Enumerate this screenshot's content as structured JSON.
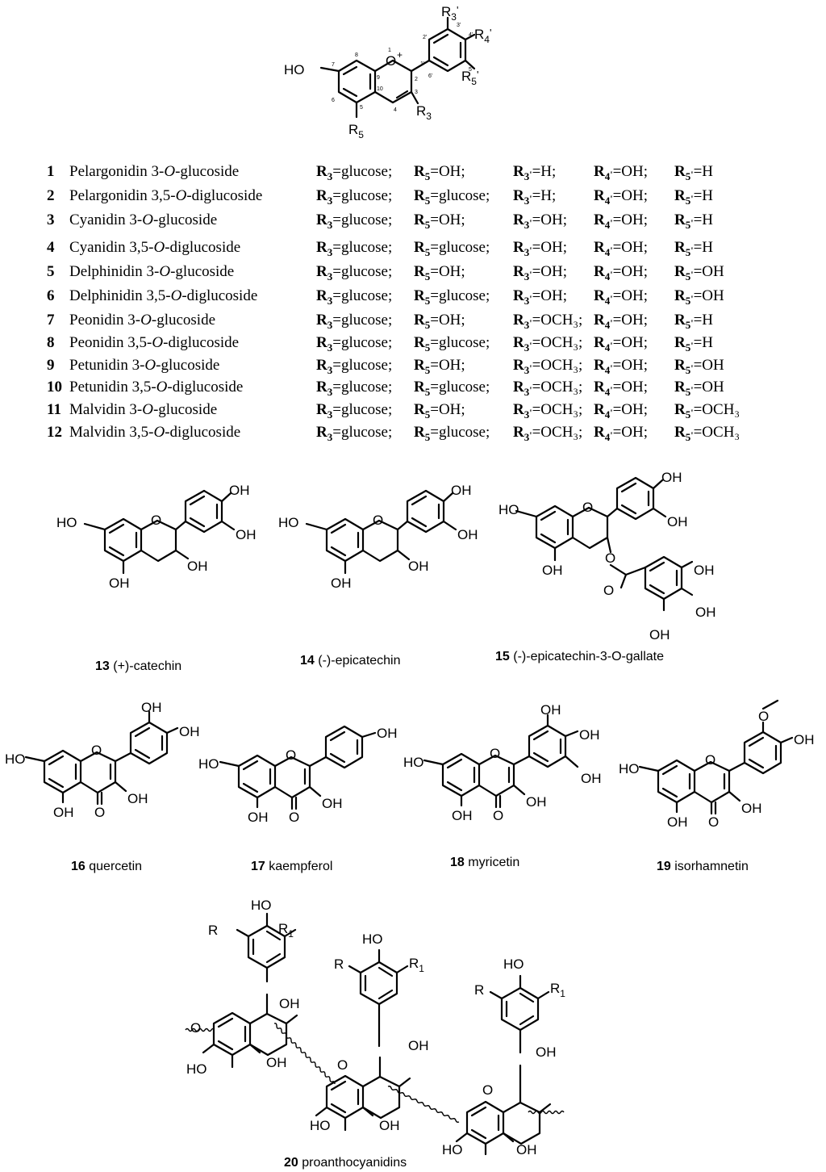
{
  "anthocyanins": {
    "rows": [
      {
        "no": "1",
        "name": "Pelargonidin 3-",
        "o": "O",
        "suffix": "-glucoside",
        "r3": "=glucose;",
        "r5": "=OH;",
        "r3p": "=H;",
        "r4p": "=OH;",
        "r5p": "=H"
      },
      {
        "no": "2",
        "name": "Pelargonidin 3,5-",
        "o": "O",
        "suffix": "-diglucoside",
        "r3": "=glucose;",
        "r5": "=glucose;",
        "r3p": "=H;",
        "r4p": "=OH;",
        "r5p": "=H"
      },
      {
        "no": "3",
        "name": "Cyanidin 3-",
        "o": "O",
        "suffix": "-glucoside",
        "r3": "=glucose;",
        "r5": "=OH;",
        "r3p": "=OH;",
        "r4p": "=OH;",
        "r5p": "=H"
      },
      {
        "no": "4",
        "name": "Cyanidin 3,5-",
        "o": "O",
        "suffix": "-diglucoside",
        "r3": "=glucose;",
        "r5": "=glucose;",
        "r3p": "=OH;",
        "r4p": "=OH;",
        "r5p": "=H"
      },
      {
        "no": "5",
        "name": "Delphinidin 3-",
        "o": "O",
        "suffix": "-glucoside",
        "r3": "=glucose;",
        "r5": "=OH;",
        "r3p": "=OH;",
        "r4p": "=OH;",
        "r5p": "=OH"
      },
      {
        "no": "6",
        "name": "Delphinidin 3,5-",
        "o": "O",
        "suffix": "-diglucoside",
        "r3": "=glucose;",
        "r5": "=glucose;",
        "r3p": "=OH;",
        "r4p": "=OH;",
        "r5p": "=OH"
      },
      {
        "no": "7",
        "name": "Peonidin 3-",
        "o": "O",
        "suffix": "-glucoside",
        "r3": "=glucose;",
        "r5": "=OH;",
        "r3p": "=OCH₃;",
        "r4p": "=OH;",
        "r5p": "=H"
      },
      {
        "no": "8",
        "name": "Peonidin 3,5-",
        "o": "O",
        "suffix": "-diglucoside",
        "r3": "=glucose;",
        "r5": "=glucose;",
        "r3p": "=OCH₃;",
        "r4p": "=OH;",
        "r5p": "=H"
      },
      {
        "no": "9",
        "name": "Petunidin 3-",
        "o": "O",
        "suffix": "-glucoside",
        "r3": "=glucose;",
        "r5": "=OH;",
        "r3p": "=OCH₃;",
        "r4p": "=OH;",
        "r5p": "=OH"
      },
      {
        "no": "10",
        "name": "Petunidin 3,5-",
        "o": "O",
        "suffix": "-diglucoside",
        "r3": "=glucose;",
        "r5": "=glucose;",
        "r3p": "=OCH₃;",
        "r4p": "=OH;",
        "r5p": "=OH"
      },
      {
        "no": "11",
        "name": "Malvidin 3-",
        "o": "O",
        "suffix": "-glucoside",
        "r3": "=glucose;",
        "r5": "=OH;",
        "r3p": "=OCH₃;",
        "r4p": "=OH;",
        "r5p": "=OCH₃"
      },
      {
        "no": "12",
        "name": "Malvidin 3,5-",
        "o": "O",
        "suffix": "-diglucoside",
        "r3": "=glucose;",
        "r5": "=glucose;",
        "r3p": "=OCH₃;",
        "r4p": "=OH;",
        "r5p": "=OCH₃"
      }
    ]
  },
  "captions": {
    "c13": {
      "num": "13",
      "name": "(+)-catechin"
    },
    "c14": {
      "num": "14",
      "name": "(-)-epicatechin"
    },
    "c15": {
      "num": "15",
      "name": "(-)-epicatechin-3-O-gallate"
    },
    "c16": {
      "num": "16",
      "name": "quercetin"
    },
    "c17": {
      "num": "17",
      "name": "kaempferol"
    },
    "c18": {
      "num": "18",
      "name": "myricetin"
    },
    "c19": {
      "num": "19",
      "name": "isorhamnetin"
    },
    "c20": {
      "num": "20",
      "name": "proanthocyanidins"
    }
  },
  "labels": {
    "ho": "HO",
    "oh": "OH",
    "o": "O",
    "oplus": "O",
    "plus": "+",
    "r": "R",
    "r1_sub": "1",
    "r3_sub": "3",
    "r5_sub": "5",
    "r4p_sub": "4",
    "prime": "'",
    "pos": [
      "1",
      "2",
      "3",
      "4",
      "5",
      "6",
      "7",
      "8",
      "9",
      "10",
      "1'",
      "2'",
      "3'",
      "4'",
      "5'",
      "6'"
    ]
  }
}
